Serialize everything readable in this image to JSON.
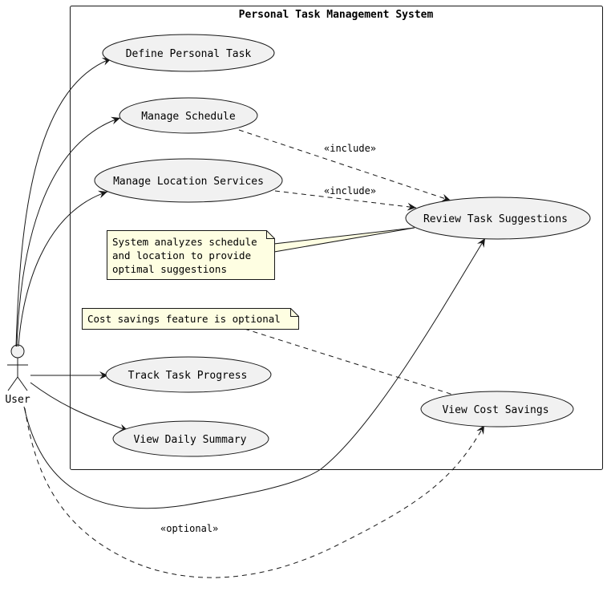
{
  "system": {
    "title": "Personal Task Management System"
  },
  "actor": {
    "label": "User"
  },
  "use_cases": {
    "define": "Define Personal Task",
    "schedule": "Manage Schedule",
    "location": "Manage Location Services",
    "review": "Review Task Suggestions",
    "track": "Track Task Progress",
    "summary": "View Daily Summary",
    "savings": "View Cost Savings"
  },
  "notes": {
    "analysis": [
      "System analyzes schedule",
      "and location to provide",
      "optimal suggestions"
    ],
    "optional": "Cost savings feature is optional"
  },
  "stereotypes": {
    "include_schedule": "«include»",
    "include_location": "«include»",
    "optional": "«optional»"
  },
  "colors": {
    "use_case_fill": "#f1f1f1",
    "note_fill": "#fefee2",
    "stroke": "#181818"
  }
}
